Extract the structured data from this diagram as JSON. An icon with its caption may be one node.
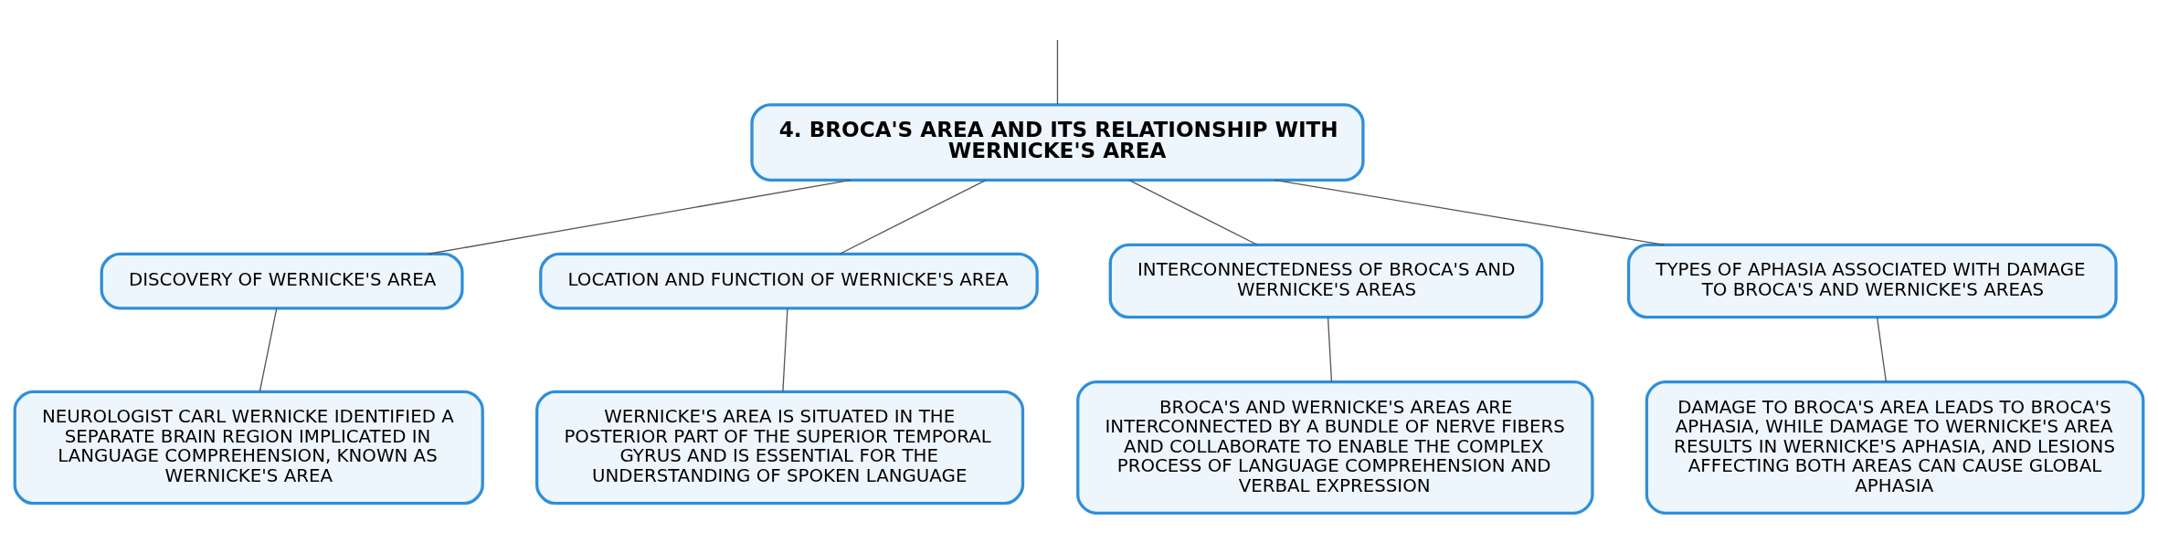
{
  "diagram": {
    "nodes": [
      {
        "text": [
          "4. BROCA'S AREA AND ITS RELATIONSHIP WITH WERNICKE'S AREA"
        ]
      },
      {
        "text": [
          "DISCOVERY OF WERNICKE'S AREA"
        ]
      },
      {
        "text": [
          "LOCATION AND FUNCTION OF WERNICKE'S AREA"
        ]
      },
      {
        "text": [
          "INTERCONNECTEDNESS OF BROCA'S AND WERNICKE'S AREAS"
        ]
      },
      {
        "text": [
          "TYPES OF APHASIA ASSOCIATED WITH DAMAGE TO BROCA'S AND WERNICKE'S AREAS"
        ]
      },
      {
        "text": [
          "NEUROLOGIST CARL WERNICKE IDENTIFIED A SEPARATE BRAIN REGION IMPLICATED IN LANGUAGE COMPREHENSION, KNOWN AS WERNICKE'S AREA"
        ]
      },
      {
        "text": [
          "WERNICKE'S AREA IS SITUATED IN THE POSTERIOR PART OF THE SUPERIOR TEMPORAL GYRUS AND IS ESSENTIAL FOR THE UNDERSTANDING OF SPOKEN LANGUAGE"
        ]
      },
      {
        "text": [
          "BROCA'S AND WERNICKE'S AREAS ARE INTERCONNECTED BY A BUNDLE OF NERVE FIBERS AND COLLABORATE TO ENABLE THE COMPLEX PROCESS OF LANGUAGE COMPREHENSION AND VERBAL EXPRESSION"
        ]
      },
      {
        "text": [
          "DAMAGE TO BROCA'S AREA LEADS TO BROCA'S APHASIA, WHILE DAMAGE TO WERNICKE'S AREA RESULTS IN WERNICKE'S APHASIA, AND LESIONS AFFECTING BOTH AREAS CAN CAUSE GLOBAL APHASIA"
        ]
      }
    ],
    "edges": [
      {
        "from": null,
        "to": 0,
        "arrow": "none"
      },
      {
        "from": 0,
        "to": 1,
        "arrow": "none"
      },
      {
        "from": 0,
        "to": 2,
        "arrow": "none"
      },
      {
        "from": 0,
        "to": 3,
        "arrow": "none"
      },
      {
        "from": 0,
        "to": 4,
        "arrow": "none"
      },
      {
        "from": 1,
        "to": 5,
        "arrow": "none"
      },
      {
        "from": 2,
        "to": 6,
        "arrow": "none"
      },
      {
        "from": 3,
        "to": 7,
        "arrow": "none"
      },
      {
        "from": 4,
        "to": 8,
        "arrow": "none"
      }
    ]
  }
}
